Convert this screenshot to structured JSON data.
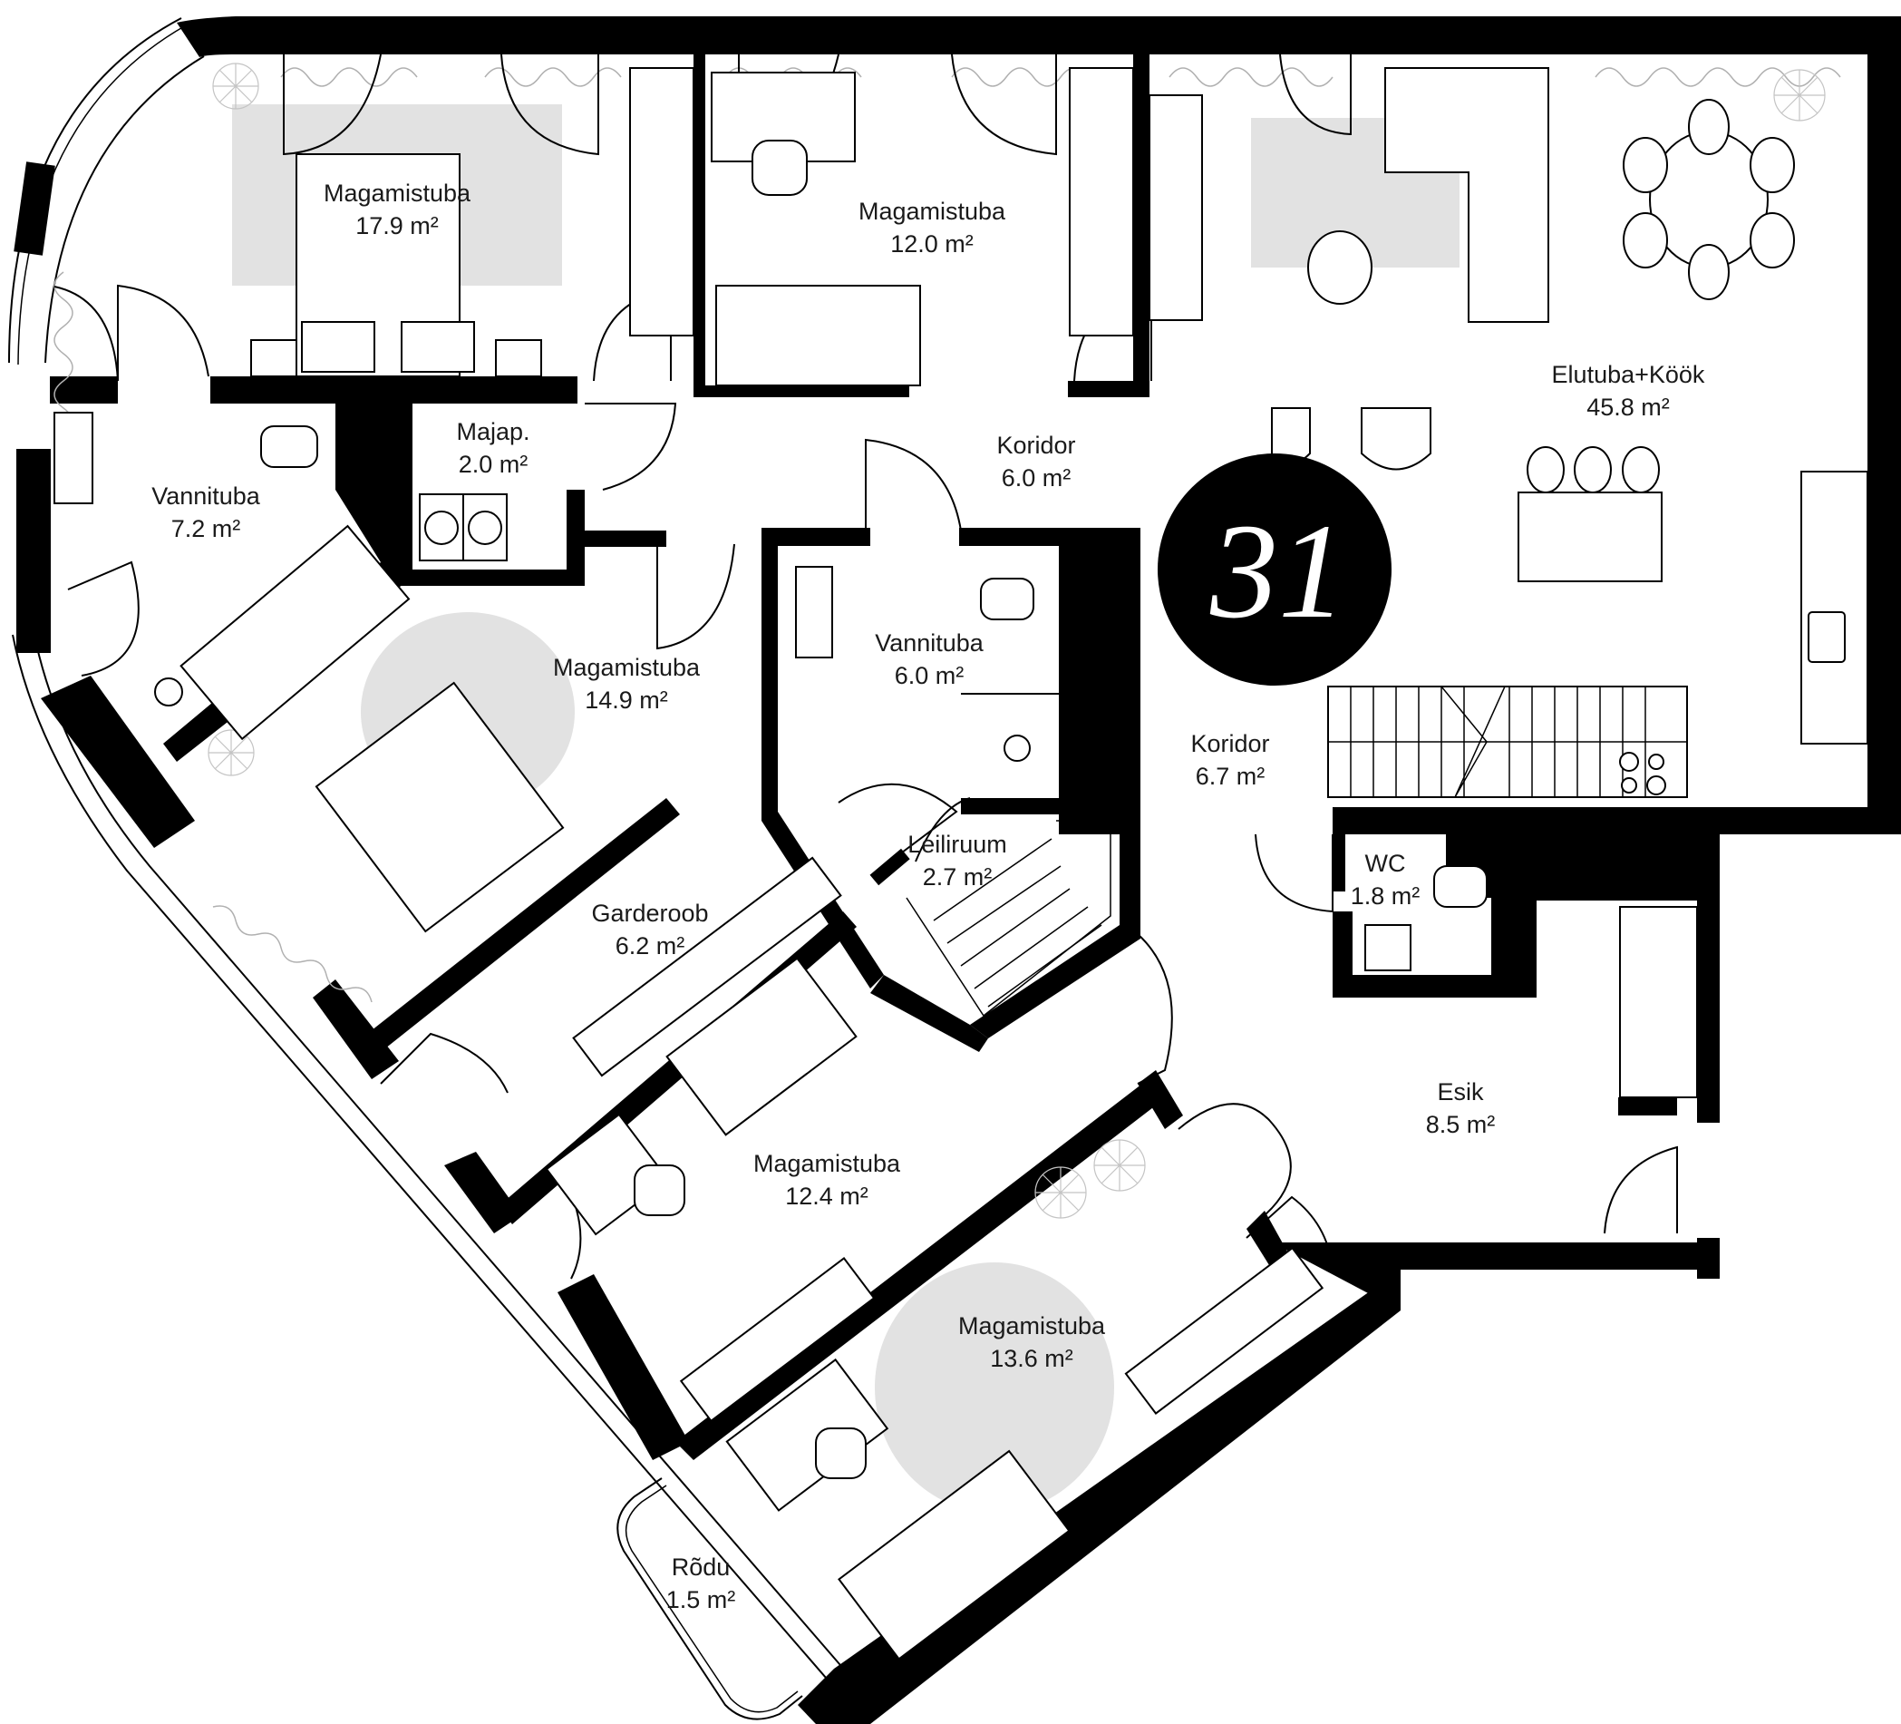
{
  "plan": {
    "apartment_number": "31",
    "colors": {
      "wall": "#000000",
      "rug": "#e2e2e2",
      "badge": "#000000",
      "badge_text": "#ffffff"
    },
    "rooms": [
      {
        "id": "bedroom-1",
        "name": "Magamistuba",
        "area": "17.9 m²"
      },
      {
        "id": "bedroom-2",
        "name": "Magamistuba",
        "area": "12.0 m²"
      },
      {
        "id": "living-kitchen",
        "name": "Elutuba+Köök",
        "area": "45.8 m²"
      },
      {
        "id": "utility",
        "name": "Majap.",
        "area": "2.0 m²"
      },
      {
        "id": "bathroom-1",
        "name": "Vannituba",
        "area": "7.2 m²"
      },
      {
        "id": "corridor-1",
        "name": "Koridor",
        "area": "6.0 m²"
      },
      {
        "id": "bathroom-2",
        "name": "Vannituba",
        "area": "6.0 m²"
      },
      {
        "id": "bedroom-3",
        "name": "Magamistuba",
        "area": "14.9 m²"
      },
      {
        "id": "corridor-2",
        "name": "Koridor",
        "area": "6.7 m²"
      },
      {
        "id": "sauna",
        "name": "Leiliruum",
        "area": "2.7 m²"
      },
      {
        "id": "wc",
        "name": "WC",
        "area": "1.8 m²"
      },
      {
        "id": "wardrobe",
        "name": "Garderoob",
        "area": "6.2 m²"
      },
      {
        "id": "entry",
        "name": "Esik",
        "area": "8.5 m²"
      },
      {
        "id": "bedroom-4",
        "name": "Magamistuba",
        "area": "12.4 m²"
      },
      {
        "id": "bedroom-5",
        "name": "Magamistuba",
        "area": "13.6 m²"
      },
      {
        "id": "balcony",
        "name": "Rõdu",
        "area": "1.5 m²"
      }
    ]
  }
}
